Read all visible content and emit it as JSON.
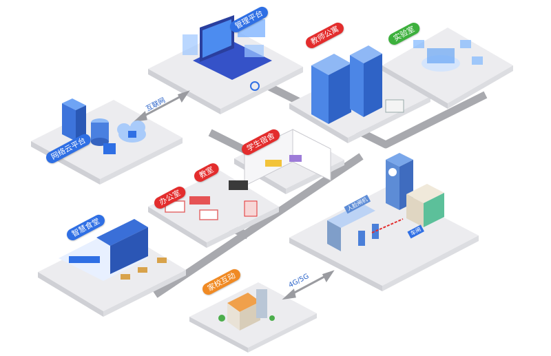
{
  "nodes": {
    "management": "管理平台",
    "network_cloud": "网络云平台",
    "teacher_apartment": "教师公寓",
    "lab": "实验室",
    "dormitory": "学生宿舍",
    "classroom": "教室",
    "office": "办公室",
    "canteen": "智慧食堂",
    "gate_face": "人脸闸机",
    "parking": "车闸",
    "home_school": "家校互动"
  },
  "connections": {
    "internet": "互联网",
    "mobile": "4G/5G"
  },
  "colors": {
    "platform": "#ececef",
    "platform_side": "#cfd0d5",
    "road": "#a8a9ae",
    "primary_blue": "#2f6fe4",
    "red": "#e32d2d",
    "orange": "#f08a24",
    "green": "#3db03d"
  }
}
